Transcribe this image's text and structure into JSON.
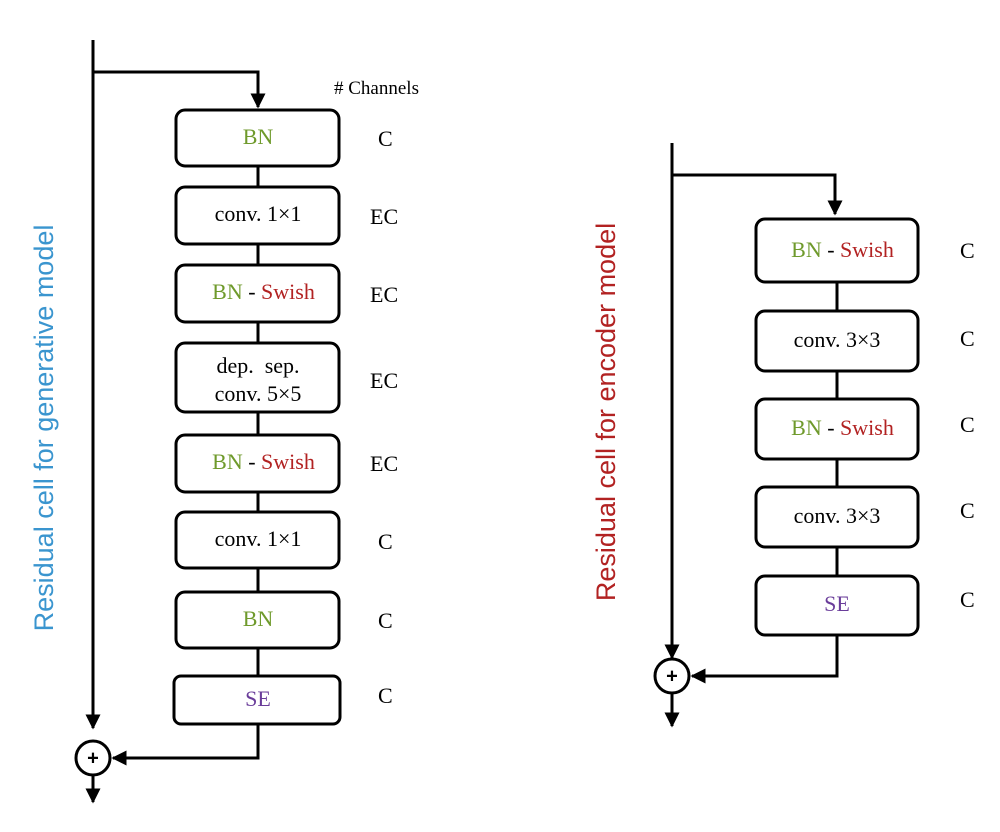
{
  "colors": {
    "bn": "#6f9a2c",
    "swish": "#b22222",
    "se": "#6a3d9a",
    "generative_title": "#3a95cf",
    "encoder_title": "#b22222",
    "text": "#000000"
  },
  "generative": {
    "title": "Residual cell for generative model",
    "channels_header": "# Channels",
    "blocks": [
      {
        "parts": [
          {
            "text": "BN",
            "color": "bn"
          }
        ],
        "channels": "C"
      },
      {
        "parts": [
          {
            "text": "conv. 1×1",
            "color": "text"
          }
        ],
        "channels": "EC"
      },
      {
        "parts": [
          {
            "text": "BN",
            "color": "bn"
          },
          {
            "text": " - ",
            "color": "text"
          },
          {
            "text": "Swish",
            "color": "swish"
          }
        ],
        "channels": "EC"
      },
      {
        "lines": [
          "dep.  sep.",
          "conv. 5×5"
        ],
        "channels": "EC"
      },
      {
        "parts": [
          {
            "text": "BN",
            "color": "bn"
          },
          {
            "text": " - ",
            "color": "text"
          },
          {
            "text": "Swish",
            "color": "swish"
          }
        ],
        "channels": "EC"
      },
      {
        "parts": [
          {
            "text": "conv. 1×1",
            "color": "text"
          }
        ],
        "channels": "C"
      },
      {
        "parts": [
          {
            "text": "BN",
            "color": "bn"
          }
        ],
        "channels": "C"
      },
      {
        "parts": [
          {
            "text": "SE",
            "color": "se"
          }
        ],
        "channels": "C"
      }
    ],
    "sum_symbol": "+"
  },
  "encoder": {
    "title": "Residual cell for encoder model",
    "blocks": [
      {
        "parts": [
          {
            "text": "BN",
            "color": "bn"
          },
          {
            "text": " - ",
            "color": "text"
          },
          {
            "text": "Swish",
            "color": "swish"
          }
        ],
        "channels": "C"
      },
      {
        "parts": [
          {
            "text": "conv. 3×3",
            "color": "text"
          }
        ],
        "channels": "C"
      },
      {
        "parts": [
          {
            "text": "BN",
            "color": "bn"
          },
          {
            "text": " - ",
            "color": "text"
          },
          {
            "text": "Swish",
            "color": "swish"
          }
        ],
        "channels": "C"
      },
      {
        "parts": [
          {
            "text": "conv. 3×3",
            "color": "text"
          }
        ],
        "channels": "C"
      },
      {
        "parts": [
          {
            "text": "SE",
            "color": "se"
          }
        ],
        "channels": "C"
      }
    ],
    "sum_symbol": "+"
  }
}
